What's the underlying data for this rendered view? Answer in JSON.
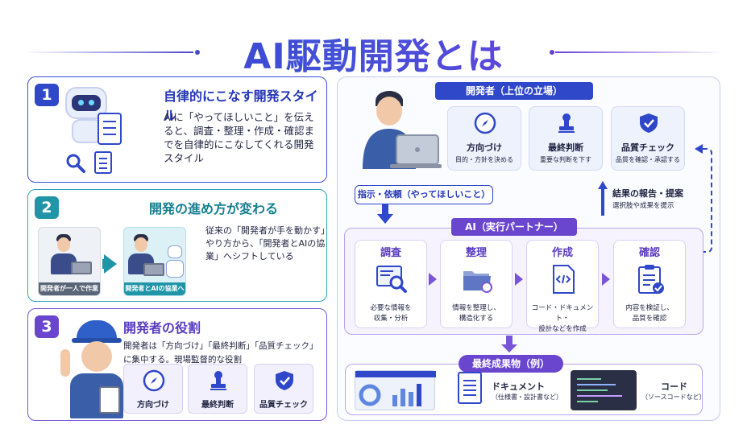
{
  "title": "AI駆動開発とは",
  "colors": {
    "primary_blue": "#2f47c9",
    "teal": "#1f95a7",
    "purple": "#6a46cf"
  },
  "panel1": {
    "number": "1",
    "title": "自律的にこなす開発スタイル",
    "body": "AIに「やってほしいこと」を伝えると、調査・整理・作成・確認までを自律的にこなしてくれる開発スタイル",
    "icons": [
      "robot-icon",
      "clipboard-icon",
      "magnifier-icon",
      "document-icon"
    ]
  },
  "panel2": {
    "number": "2",
    "title": "開発の進め方が変わる",
    "body": "従来の「開発者が手を動かす」やり方から、「開発者とAIの協業」へシフトしている",
    "scene_a_caption": "開発者が一人で作業",
    "scene_b_caption": "開発者とAIの協業へ"
  },
  "panel3": {
    "number": "3",
    "title": "開発者の役割",
    "body": "開発者は「方向づけ」「最終判断」「品質チェック」に集中する。現場監督的な役割",
    "cards": [
      {
        "label": "方向づけ",
        "icon": "compass-icon"
      },
      {
        "label": "最終判断",
        "icon": "stamp-icon"
      },
      {
        "label": "品質チェック",
        "icon": "shield-check-icon"
      }
    ]
  },
  "right": {
    "dev_tag": "開発者（上位の立場）",
    "dev_cards": [
      {
        "title": "方向づけ",
        "desc": "目的・方針を決める",
        "icon": "compass-icon"
      },
      {
        "title": "最終判断",
        "desc": "重要な判断を下す",
        "icon": "stamp-icon"
      },
      {
        "title": "品質チェック",
        "desc": "品質を確認・承認する",
        "icon": "shield-check-icon"
      }
    ],
    "instruction": "指示・依頼（やってほしいこと）",
    "report_title": "結果の報告・提案",
    "report_sub": "選択肢や成果を提示",
    "ai_tag": "AI（実行パートナー）",
    "steps": [
      {
        "title": "調査",
        "desc1": "必要な情報を",
        "desc2": "収集・分析",
        "icon": "search-screen-icon"
      },
      {
        "title": "整理",
        "desc1": "情報を整理し、",
        "desc2": "構造化する",
        "icon": "folder-icon"
      },
      {
        "title": "作成",
        "desc1": "コード・ドキュメント・",
        "desc2": "設計などを作成",
        "icon": "code-file-icon"
      },
      {
        "title": "確認",
        "desc1": "内容を検証し、",
        "desc2": "品質を確認",
        "icon": "checklist-icon"
      }
    ],
    "output_tag": "最終成果物（例）",
    "outputs": {
      "doc_label": "ドキュメント",
      "doc_sub": "（仕様書・設計書など）",
      "code_label": "コード",
      "code_sub": "（ソースコードなど）"
    }
  }
}
